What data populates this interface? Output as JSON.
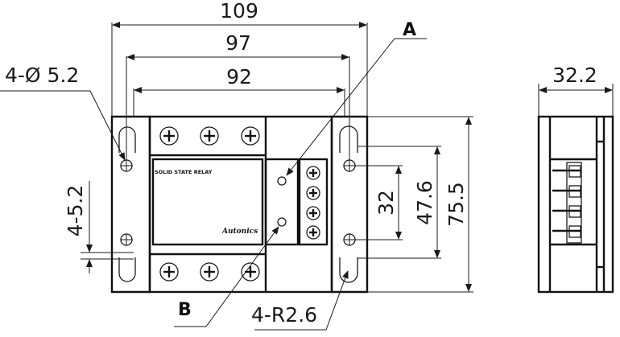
{
  "dimensions": {
    "width_overall": "109",
    "width_mid": "97",
    "width_inner": "92",
    "height_overall": "75.5",
    "height_mid": "47.6",
    "height_inner": "32",
    "depth": "32.2",
    "hole_dia": "4-Ø 5.2",
    "slot": "4-5.2",
    "radius": "4-R2.6"
  },
  "callouts": {
    "a": "A",
    "b": "B"
  },
  "device": {
    "label": "SOLID STATE RELAY",
    "brand": "Autonics"
  }
}
